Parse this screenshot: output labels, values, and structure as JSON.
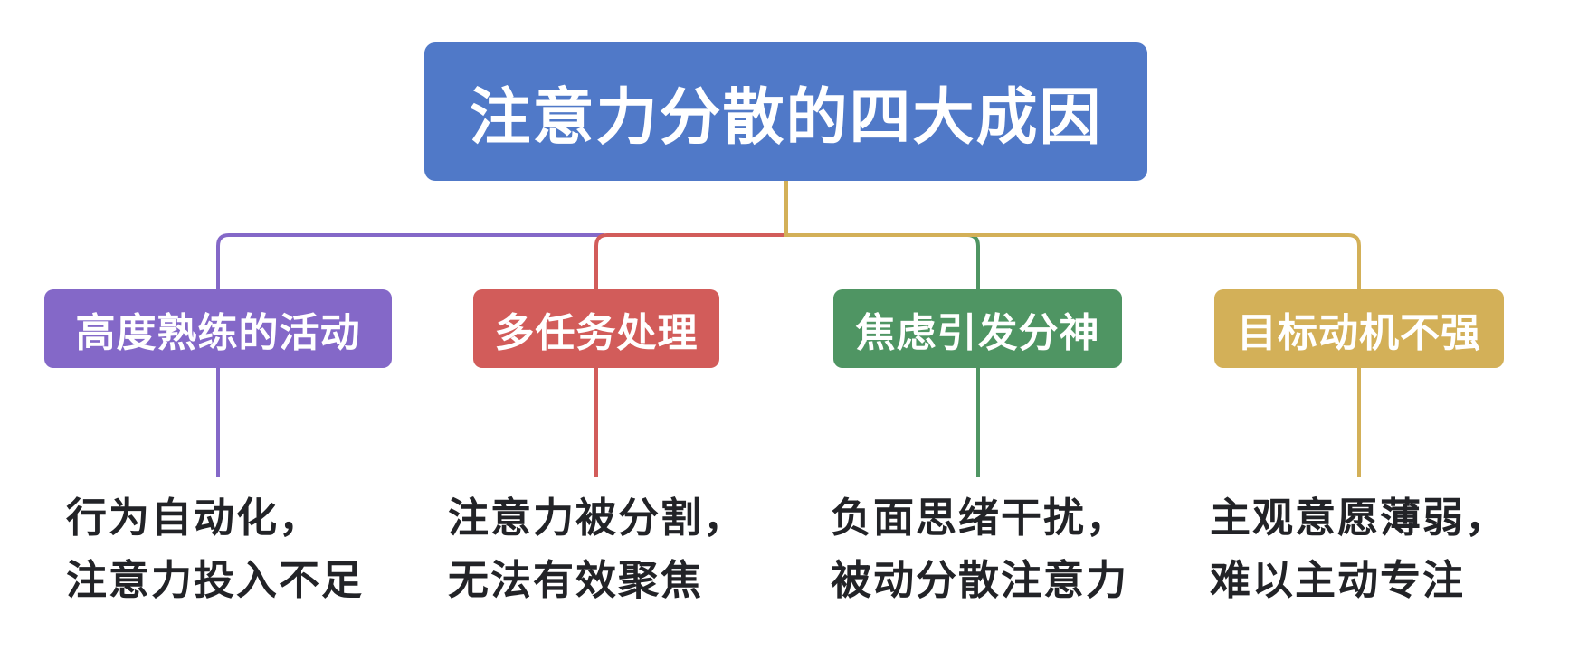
{
  "diagram": {
    "title": "注意力分散的四大成因",
    "colors": {
      "root": "#5079C8",
      "text_dark": "#222327",
      "text_light": "#FFFFFF",
      "background": "#FFFFFF"
    },
    "branches": [
      {
        "label": "高度熟练的活动",
        "color": "#8468C8",
        "description": [
          "行为自动化，",
          "注意力投入不足"
        ]
      },
      {
        "label": "多任务处理",
        "color": "#D25C5A",
        "description": [
          "注意力被分割，",
          "无法有效聚焦"
        ]
      },
      {
        "label": "焦虑引发分神",
        "color": "#4F9563",
        "description": [
          "负面思绪干扰，",
          "被动分散注意力"
        ]
      },
      {
        "label": "目标动机不强",
        "color": "#D3B058",
        "description": [
          "主观意愿薄弱，",
          "难以主动专注"
        ]
      }
    ]
  }
}
